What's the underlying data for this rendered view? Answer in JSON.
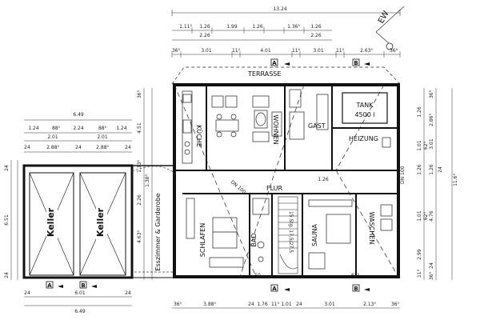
{
  "top_dims": {
    "overall": "13.24",
    "r1": [
      "1.11⁵",
      "1.26",
      "1.99",
      "1.26",
      "1.36⁵",
      "1.26"
    ],
    "r2": [
      "2.26",
      "2.26"
    ],
    "r3": [
      "36⁵",
      "3.01",
      "11⁵",
      "4.01",
      "11⁵",
      "3.01",
      "11⁵",
      "2.63⁵",
      "36⁵"
    ]
  },
  "sections": {
    "a": "A",
    "b": "B"
  },
  "north": "EW",
  "labels": {
    "terrasse": "TERRASSE",
    "kueche": "KÜCHE",
    "wohnen": "WOHNEN",
    "gast": "GAST",
    "tank": "TANK",
    "tank_volume": "4500 l",
    "heizung": "HEIZUNG",
    "flur": "FLUR",
    "schlafen": "SCHLAFEN",
    "bad": "BAD",
    "sauna": "SAUNA",
    "waschen": "WASCHEN",
    "keller1": "Keller",
    "keller2": "Keller",
    "esszimmer": "Esszimmer & Garderobe",
    "stair": "15 Stg. 17,5/27,5",
    "dn1": "DN 100",
    "dn2": "DN 100"
  },
  "left_dims": {
    "r0": "6.49",
    "r1": [
      "1.24",
      "88⁵",
      "2.24",
      "88⁵",
      "1.24"
    ],
    "r2": [
      "2.01",
      "2.01"
    ],
    "r3": [
      "24",
      "2.88⁵",
      "24",
      "2.88⁵",
      "24"
    ],
    "vert": [
      "6.51",
      "24",
      "24",
      "4.51",
      "36⁵",
      "1.13⁵",
      "1.38⁵",
      "2.26",
      "4.63⁵"
    ],
    "bottom1": [
      "24",
      "6.01",
      "24"
    ],
    "bottom2": "6.49"
  },
  "right_dims": [
    "1.26",
    "2.86⁵",
    "1.01",
    "62⁵",
    "3.01",
    "1.26",
    "1.26",
    "24",
    "11.6⁵",
    "4.76",
    "1.01",
    "62⁵",
    "2.99",
    "24",
    "11⁵",
    "36⁵",
    "36⁵"
  ],
  "bottom_dims": [
    "36⁵",
    "3.88⁵",
    "24",
    "1.76",
    "11⁵",
    "1.01",
    "24",
    "3.01",
    "2.13⁵",
    "36⁵"
  ],
  "misc": [
    "1.26",
    "50",
    "62⁵"
  ]
}
